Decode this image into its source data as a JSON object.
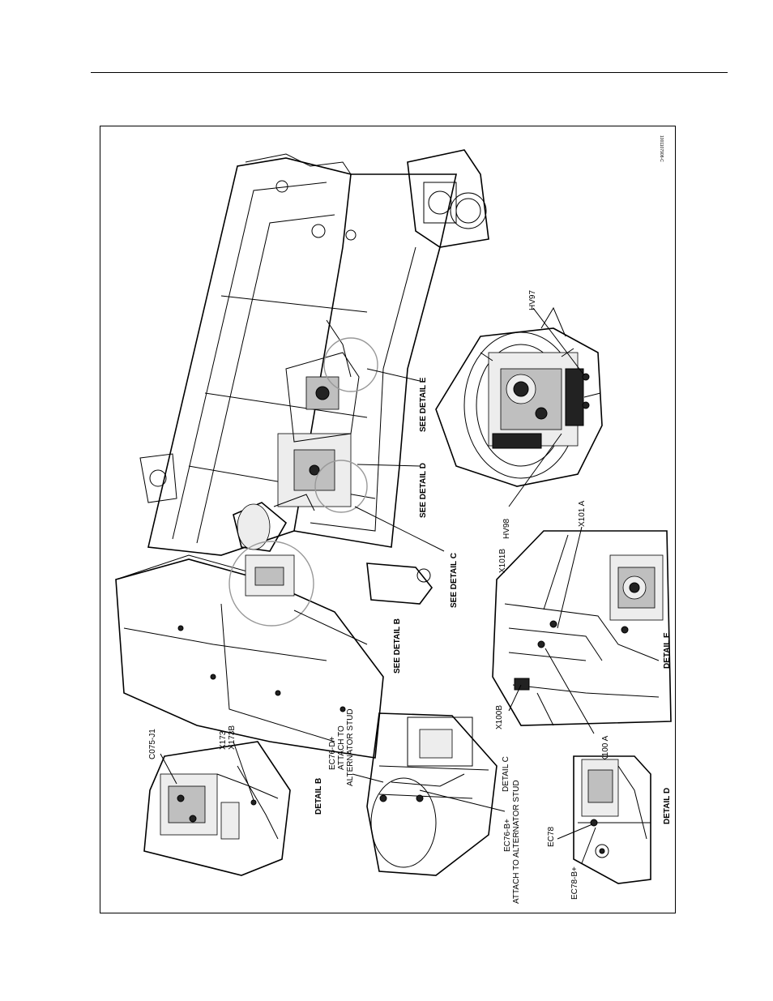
{
  "doc_id": "1001107908-C",
  "labels": {
    "hv97": "HV97",
    "hv98": "HV98",
    "x101a": "X101 A",
    "x101b": "X101B",
    "x100b": "X100B",
    "x100a": "X100 A",
    "detail_e": "DETAIL E",
    "see_detail_e": "SEE DETAIL E",
    "see_detail_d": "SEE DETAIL D",
    "see_detail_c": "SEE DETAIL C",
    "see_detail_b": "SEE DETAIL B",
    "c075_j1": "C075-J1",
    "x173": "X173",
    "x173b": "X173B",
    "detail_b": "DETAIL B",
    "ec76_d_line1": "EC76-D+",
    "ec76_d_line2": "ATTACH TO",
    "ec76_d_line3": "ALTERNATOR STUD",
    "detail_c": "DETAIL C",
    "ec76_b_line1": "EC76-B+",
    "ec76_b_line2": "ATTACH TO ALTERNATOR STUD",
    "ec78": "EC78",
    "ec78_b": "EC78-B+",
    "detail_d": "DETAIL D"
  }
}
